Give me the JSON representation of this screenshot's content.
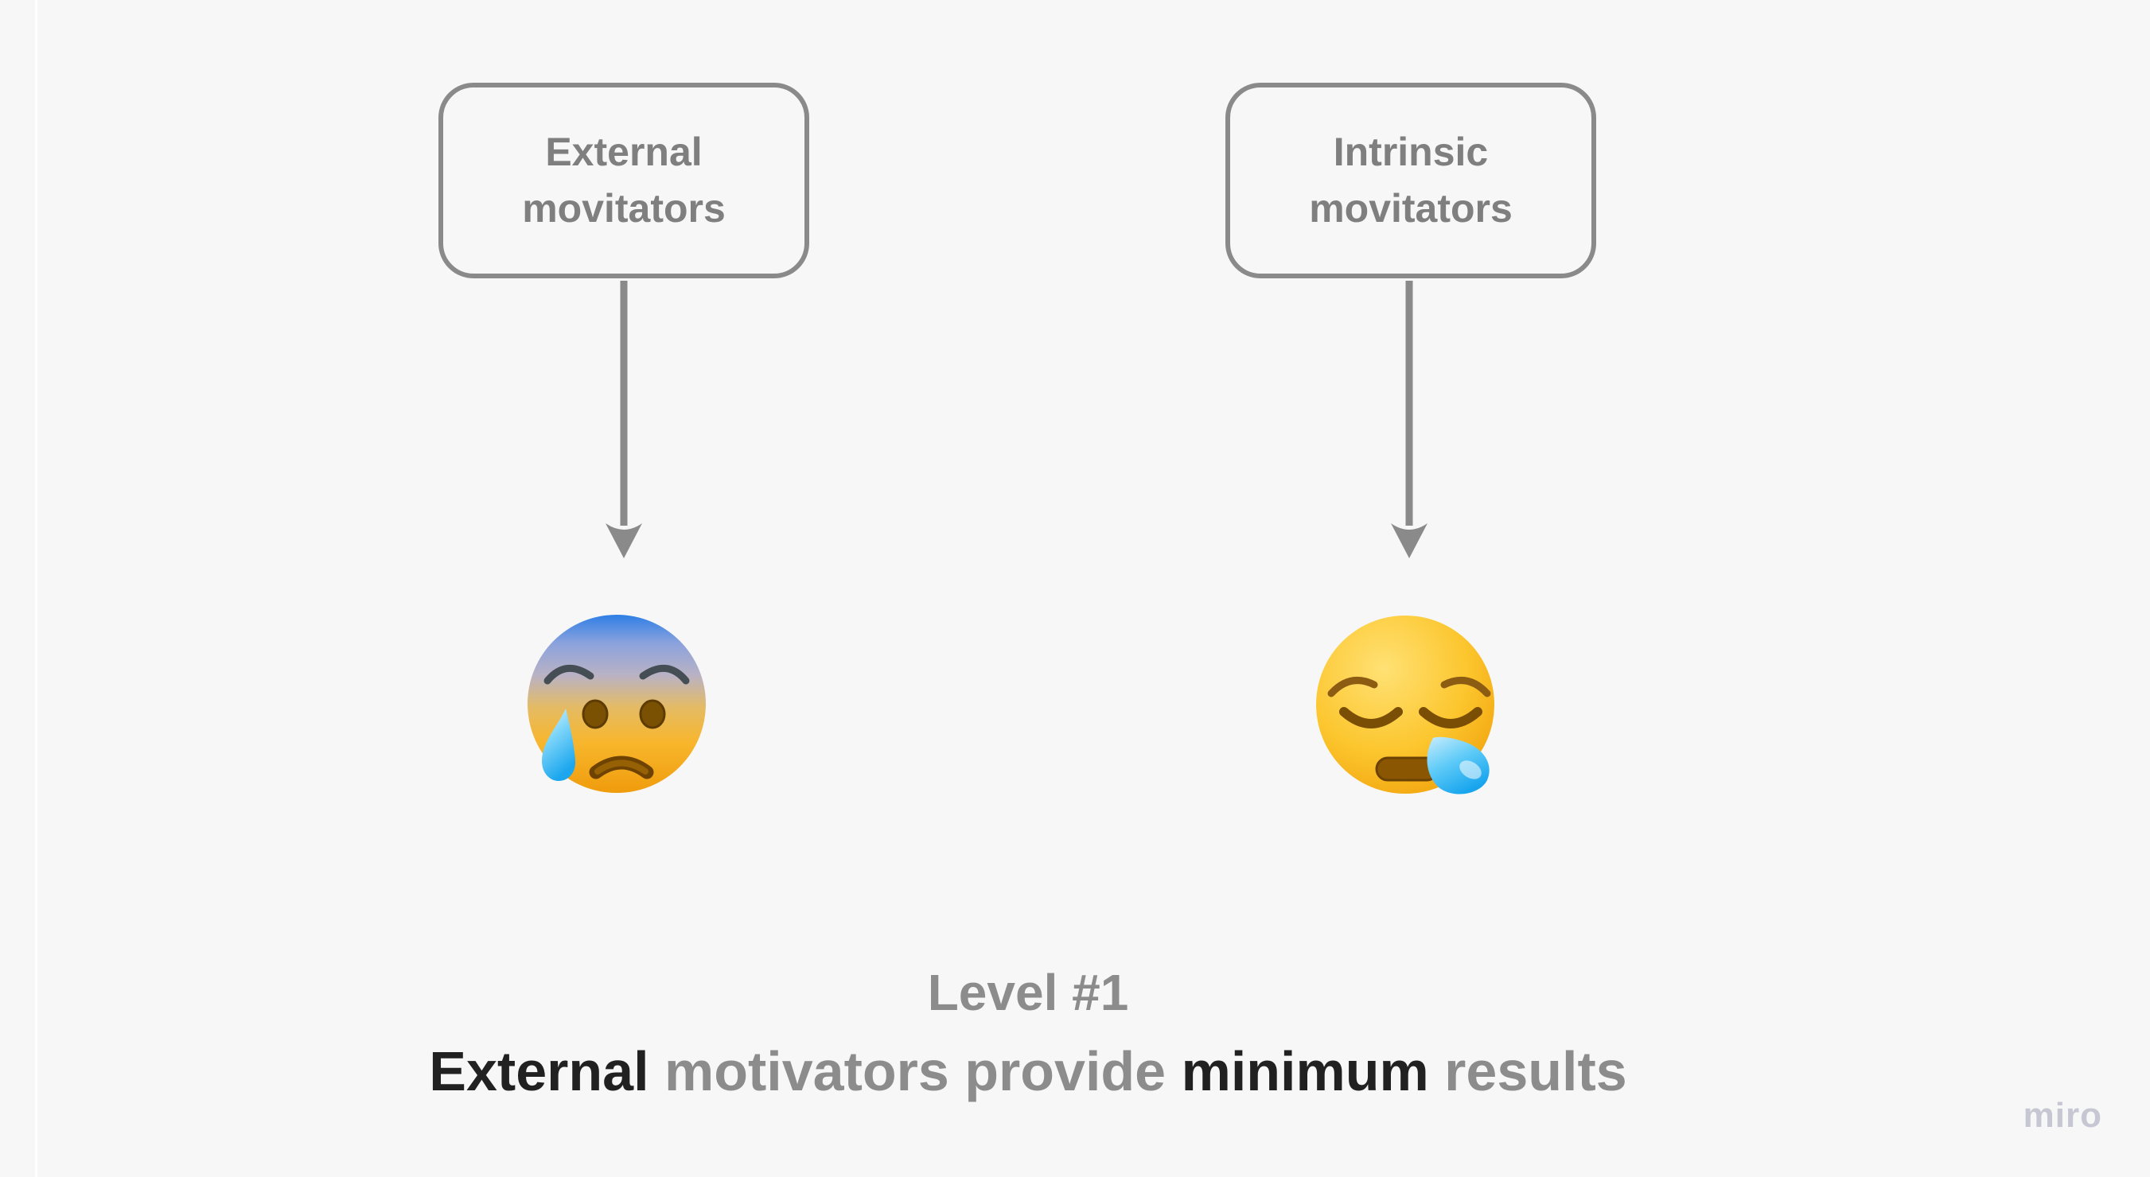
{
  "board": {
    "background": "#f7f7f7",
    "frame_divider_color": "#ffffff",
    "watermark": "miro"
  },
  "shapes": [
    {
      "label": "External movitators"
    },
    {
      "label": "Intrinsic movitators"
    }
  ],
  "connectors": [
    {
      "name": "arrow-down-from-external"
    },
    {
      "name": "arrow-down-from-intrinsic"
    }
  ],
  "emojis": [
    {
      "name": "anxious-face-with-cold-sweat",
      "char": "😰"
    },
    {
      "name": "sleepy-face-with-snot-bubble",
      "char": "😪"
    }
  ],
  "caption": {
    "line1": "Level #1",
    "line2_segments": [
      {
        "text": "External",
        "style": "dark"
      },
      {
        "text": " motivators provide ",
        "style": "gray"
      },
      {
        "text": "minimum",
        "style": "dark"
      },
      {
        "text": " results",
        "style": "gray"
      }
    ]
  },
  "colors": {
    "shape_border": "#8a8a8a",
    "shape_label": "#7f7f7f",
    "arrow": "#8a8a8a",
    "caption_gray": "#8c8c8c",
    "caption_dark": "#212121",
    "watermark": "#c6c7d2"
  }
}
